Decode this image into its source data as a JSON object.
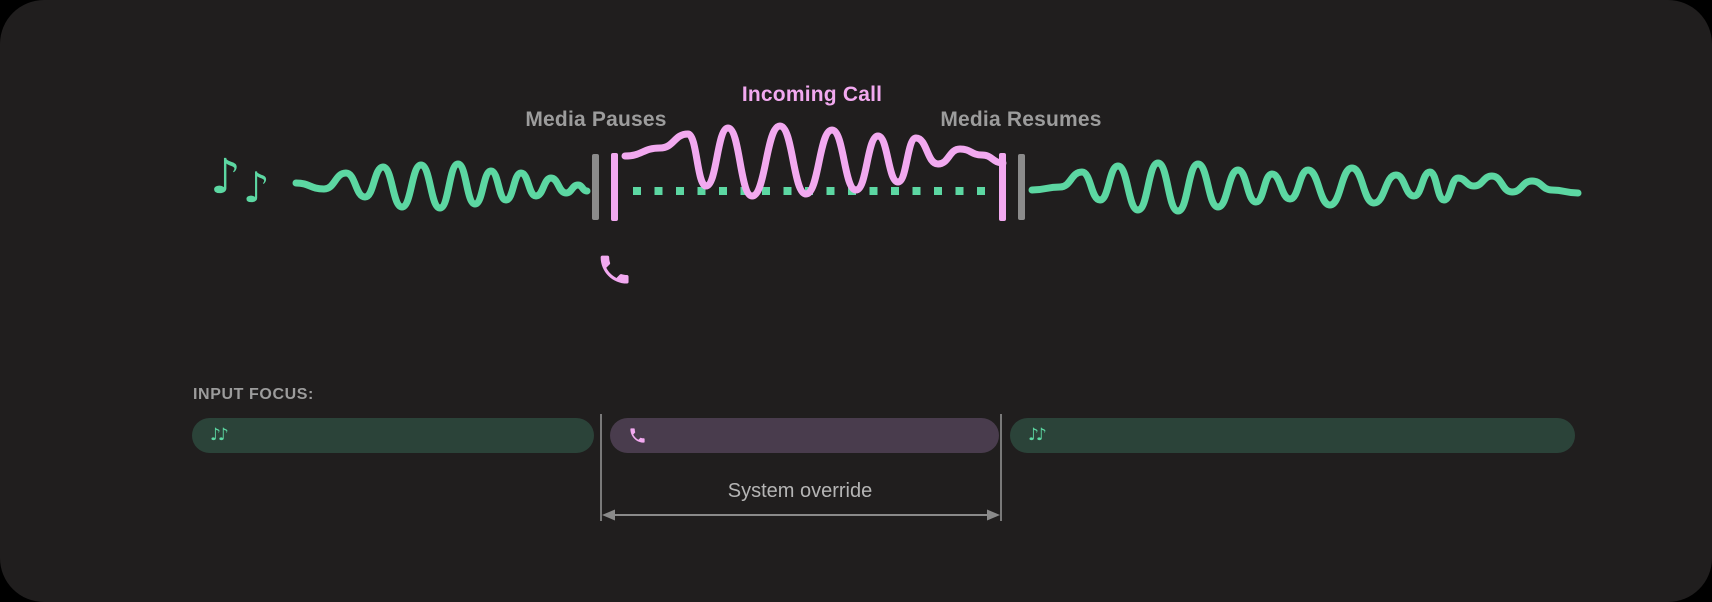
{
  "colors": {
    "bg": "#000000",
    "panel": "#201e1e",
    "green": "#5cd7a2",
    "green-dim": "#2b4339",
    "pink": "#f2a9f0",
    "purple-dim": "#493c4d",
    "gray-bar": "#8b8b8b",
    "label-gray": "#9c9c9c",
    "annotation-gray": "#b5b5b5",
    "guide-gray": "#8a8a8a"
  },
  "timeline": {
    "labels": {
      "media_pauses": "Media Pauses",
      "incoming_call": "Incoming Call",
      "media_resumes": "Media Resumes"
    },
    "phases": [
      {
        "phase": "media playing",
        "source": "media",
        "waveform": "solid green"
      },
      {
        "phase": "incoming call",
        "source": "call",
        "waveform": "solid pink over dotted green (media silenced)"
      },
      {
        "phase": "media playing",
        "source": "media",
        "waveform": "solid green"
      }
    ]
  },
  "icons": {
    "music_note_glyph": "♪",
    "music_notes_glyph": "♪♪"
  },
  "input_focus": {
    "label": "INPUT FOCUS:",
    "segments": [
      {
        "name": "media",
        "icon": "music-notes-icon"
      },
      {
        "name": "call",
        "icon": "phone-icon"
      },
      {
        "name": "media",
        "icon": "music-notes-icon"
      }
    ],
    "annotation": "System override"
  }
}
